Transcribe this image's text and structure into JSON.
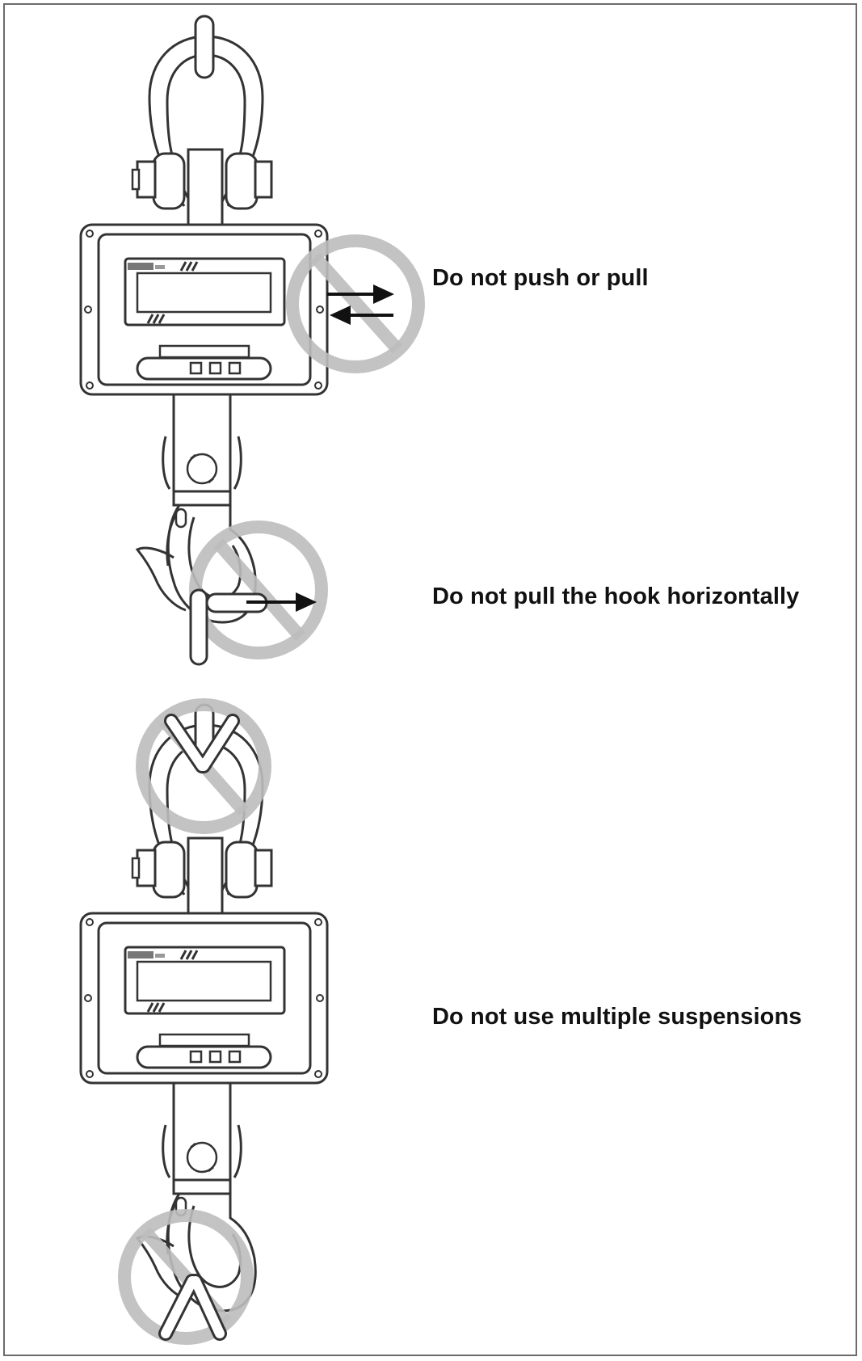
{
  "warnings": [
    {
      "text": "Do not push or pull"
    },
    {
      "text": "Do not pull the hook horizontally"
    },
    {
      "text": "Do not use multiple suspensions"
    }
  ],
  "colors": {
    "line": "#333333",
    "prohibition": "#bdbdbd",
    "arrow": "#111111",
    "frame": "#6b6b6b"
  },
  "icons": [
    "crane-scale",
    "prohibition-sign",
    "arrow"
  ]
}
